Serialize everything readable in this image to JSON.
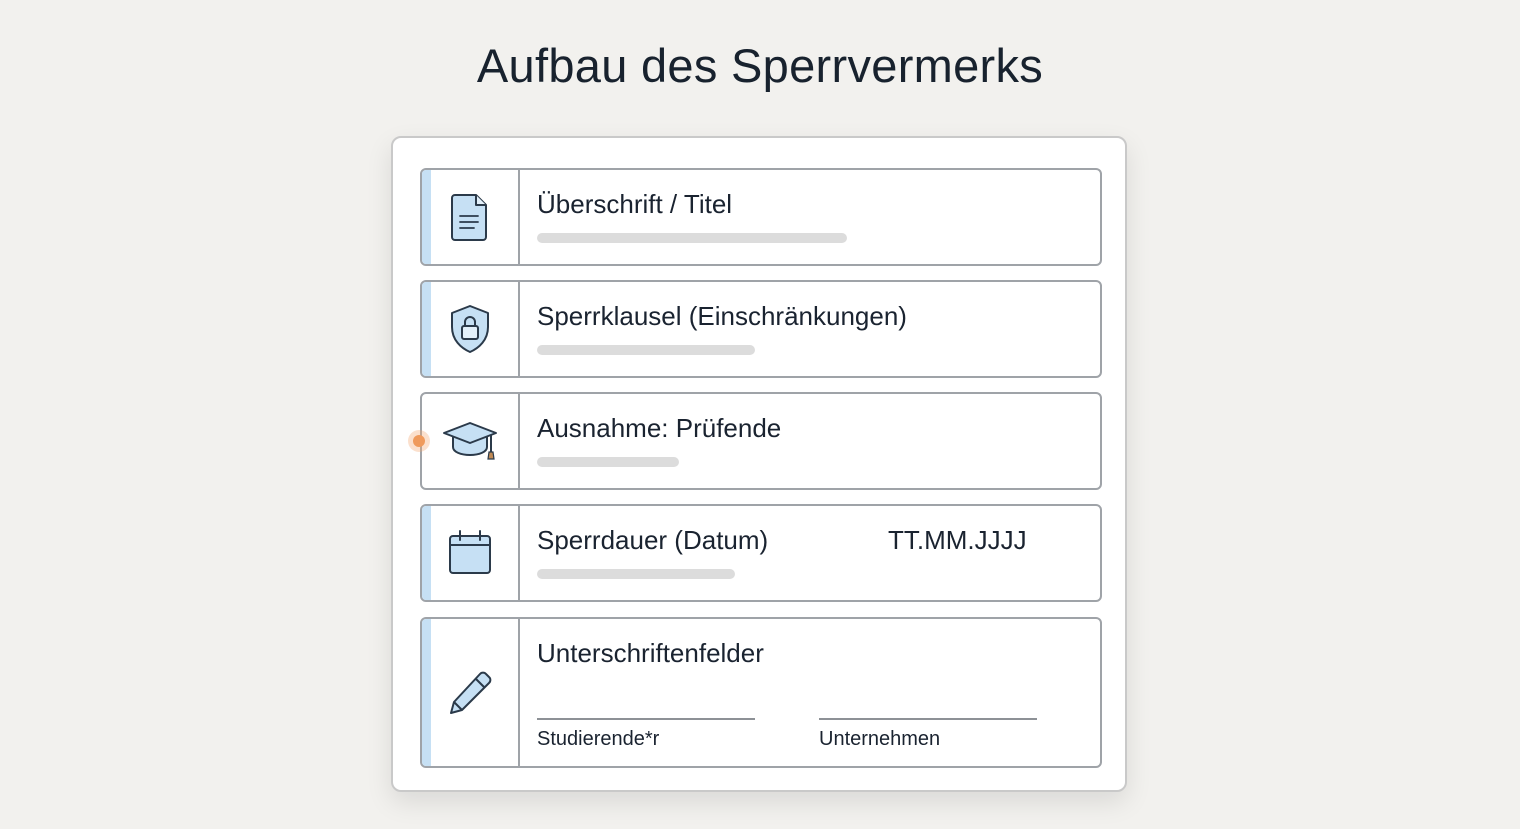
{
  "title": "Aufbau des Sperrvermerks",
  "rows": [
    {
      "label": "Überschrift / Titel",
      "icon": "document-icon"
    },
    {
      "label": "Sperrklausel (Einschränkungen)",
      "icon": "shield-lock-icon"
    },
    {
      "label": "Ausnahme: Prüfende",
      "icon": "graduation-cap-icon"
    },
    {
      "label": "Sperrdauer (Datum)",
      "date_value": "TT.MM.JJJJ",
      "icon": "calendar-icon"
    },
    {
      "label": "Unterschriftenfelder",
      "icon": "pen-icon",
      "signatures": [
        "Studierende*r",
        "Unternehmen"
      ]
    }
  ],
  "colors": {
    "accent": "#c6e0f4",
    "icon_fill": "#c6e0f4",
    "icon_stroke": "#2b3a4a",
    "marker": "#ef9a5c"
  }
}
